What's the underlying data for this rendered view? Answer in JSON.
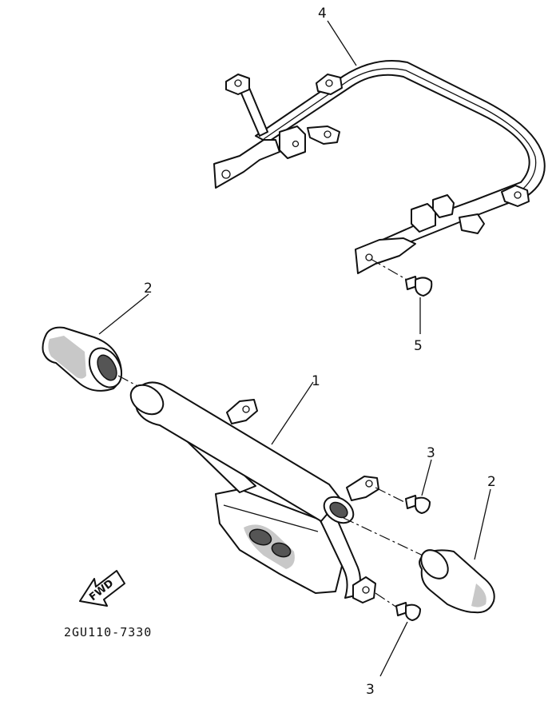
{
  "callouts": {
    "part_1": "1",
    "part_2_left": "2",
    "part_2_right": "2",
    "part_3_upper": "3",
    "part_3_lower": "3",
    "part_4": "4",
    "part_5": "5"
  },
  "fwd_arrow": {
    "label": "FWD"
  },
  "diagram_code": "2GU110-7330"
}
